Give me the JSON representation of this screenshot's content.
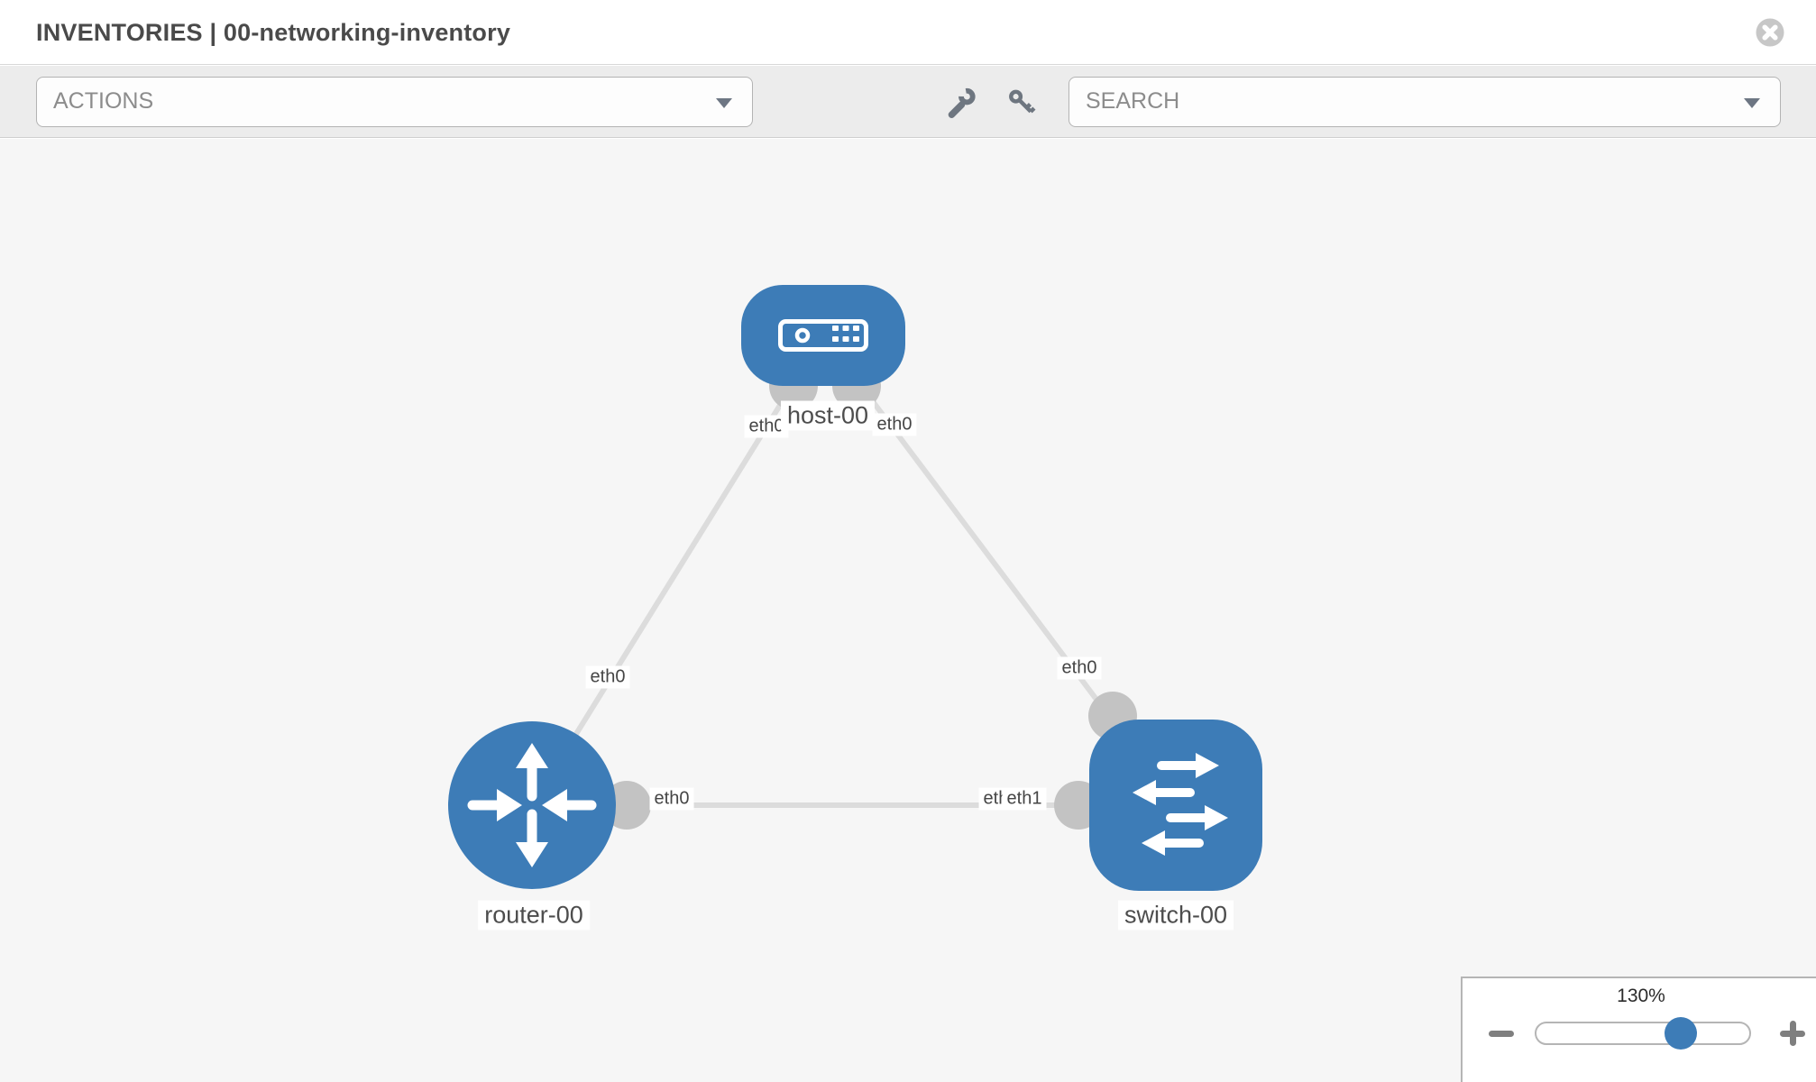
{
  "header": {
    "title": "INVENTORIES | 00-networking-inventory"
  },
  "toolbar": {
    "actions_label": "ACTIONS",
    "search_placeholder": "SEARCH",
    "icons": [
      "wrench-icon",
      "key-icon"
    ]
  },
  "topology": {
    "nodes": [
      {
        "type": "host",
        "label": "host-00"
      },
      {
        "type": "router",
        "label": "router-00"
      },
      {
        "type": "switch",
        "label": "switch-00"
      }
    ],
    "links": [
      {
        "source": "host-00",
        "source_interface": "eth0",
        "target": "router-00",
        "target_interface": "eth0"
      },
      {
        "source": "host-00",
        "source_interface": "eth0",
        "target": "switch-00",
        "target_interface": "eth0"
      },
      {
        "source": "router-00",
        "source_interface": "eth0",
        "target": "switch-00",
        "target_interface": "eth1"
      }
    ],
    "iface_labels": [
      "eth0",
      "eth0",
      "eth0",
      "eth0",
      "eth0",
      "eth0",
      "eth1"
    ]
  },
  "zoom_control": {
    "level": "130%",
    "minus_icon": "minus",
    "plus_icon": "plus"
  },
  "colors": {
    "node_blue": "#3d7cb7",
    "slider_thumb": "#3d7cb7",
    "canvas_bg": "#f6f6f6",
    "toolbar_bg": "#ececec",
    "edge_gray": "#dcdcdc",
    "port_gray": "#c3c3c3"
  }
}
